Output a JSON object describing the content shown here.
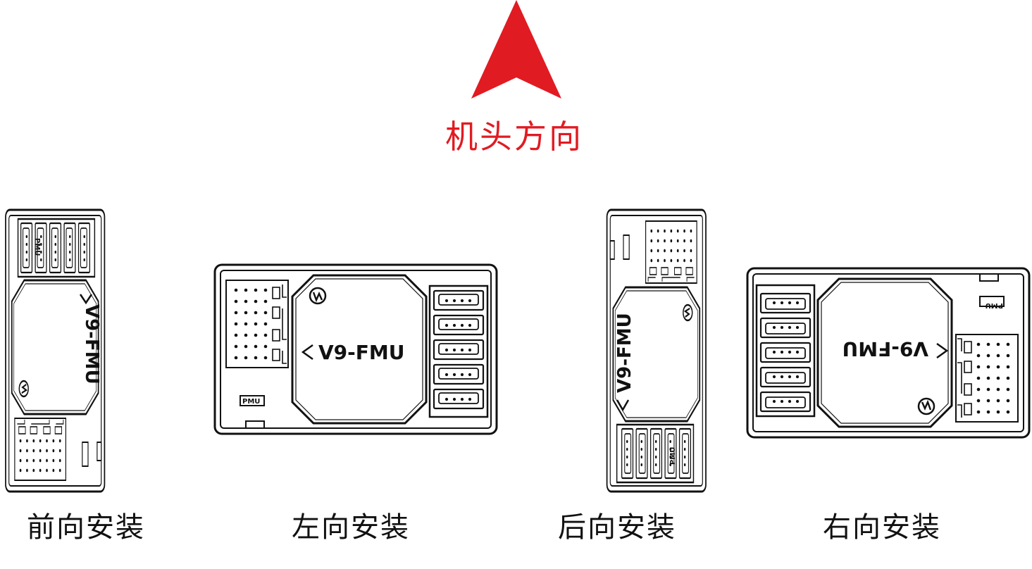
{
  "heading": {
    "text": "机头方向",
    "color": "#e11b22",
    "arrow_icon": "arrow-up-icon"
  },
  "board": {
    "model_label": "V9-FMU",
    "pmu_label": "PMU",
    "logo_icon": "brand-logo-icon"
  },
  "orientations": [
    {
      "id": "front",
      "label": "前向安装"
    },
    {
      "id": "left",
      "label": "左向安装"
    },
    {
      "id": "back",
      "label": "后向安装"
    },
    {
      "id": "right",
      "label": "右向安装"
    }
  ]
}
